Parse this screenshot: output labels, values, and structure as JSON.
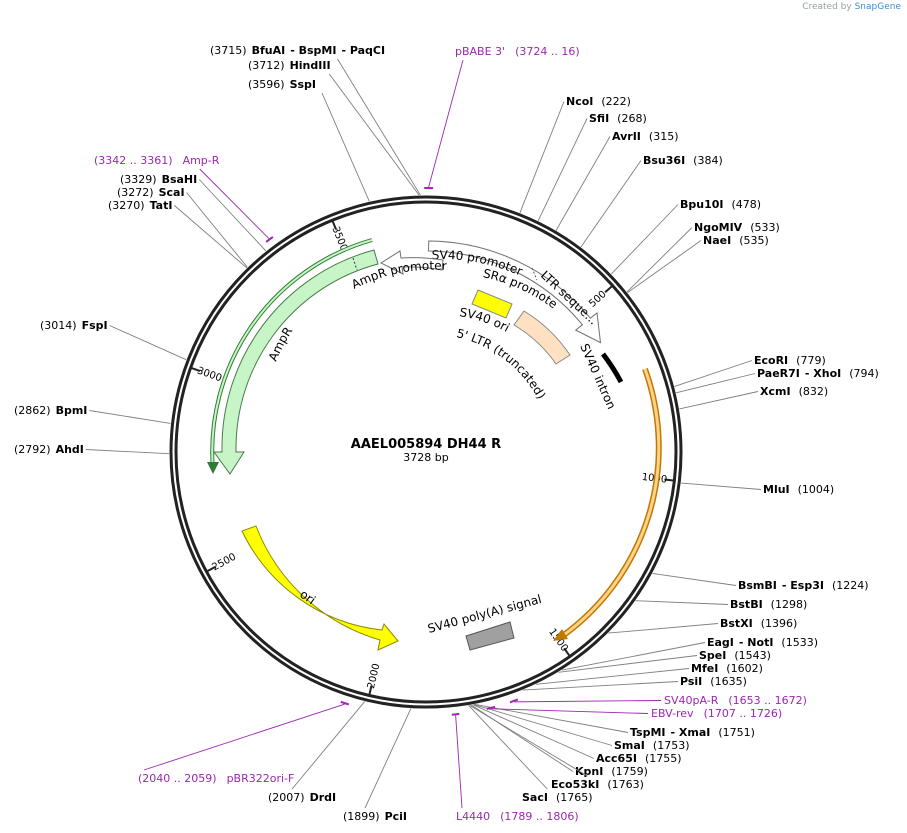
{
  "credit": {
    "prefix": "Created by",
    "brand": "SnapGene"
  },
  "plasmid": {
    "name": "AAEL005894 DH44 R",
    "size_label": "3728 bp",
    "length": 3728
  },
  "colors": {
    "primer": "#9c27b0",
    "ampr": "#c8f5c8",
    "ori": "#ffff00",
    "promoter": "#ffffff",
    "intron": "#000000",
    "ltr": "#ffe0c0",
    "cds_orange": "#ffd38a",
    "polya": "#a0a0a0",
    "lead_line": "#7f7f7f"
  },
  "ticks": [
    {
      "pos": 500,
      "label": "500"
    },
    {
      "pos": 1000,
      "label": "1000"
    },
    {
      "pos": 1500,
      "label": "1500"
    },
    {
      "pos": 2000,
      "label": "2000"
    },
    {
      "pos": 2500,
      "label": "2500"
    },
    {
      "pos": 3000,
      "label": "3000"
    },
    {
      "pos": 3500,
      "label": "3500"
    }
  ],
  "sites": [
    {
      "id": "bfuai",
      "pos": 3715,
      "parts": [
        "(3715)",
        "BfuAI",
        "- BspMI",
        "- PaqCI"
      ]
    },
    {
      "id": "hindiii",
      "pos": 3712,
      "parts": [
        "(3712)",
        "HindIII"
      ]
    },
    {
      "id": "sspi",
      "pos": 3596,
      "parts": [
        "(3596)",
        "SspI"
      ]
    },
    {
      "id": "ncoi",
      "pos": 222,
      "parts": [
        "NcoI",
        "(222)"
      ]
    },
    {
      "id": "sfii",
      "pos": 268,
      "parts": [
        "SfiI",
        "(268)"
      ]
    },
    {
      "id": "avrii",
      "pos": 315,
      "parts": [
        "AvrII",
        "(315)"
      ]
    },
    {
      "id": "bsu36i",
      "pos": 384,
      "parts": [
        "Bsu36I",
        "(384)"
      ]
    },
    {
      "id": "bpu10i",
      "pos": 478,
      "parts": [
        "Bpu10I",
        "(478)"
      ]
    },
    {
      "id": "ngomiv",
      "pos": 533,
      "parts": [
        "NgoMIV",
        "(533)"
      ]
    },
    {
      "id": "naei",
      "pos": 535,
      "parts": [
        "NaeI",
        "(535)"
      ]
    },
    {
      "id": "ecori",
      "pos": 779,
      "parts": [
        "EcoRI",
        "(779)"
      ]
    },
    {
      "id": "paer7i",
      "pos": 794,
      "parts": [
        "PaeR7I",
        "- XhoI",
        "(794)"
      ]
    },
    {
      "id": "xcmi",
      "pos": 832,
      "parts": [
        "XcmI",
        "(832)"
      ]
    },
    {
      "id": "mlui",
      "pos": 1004,
      "parts": [
        "MluI",
        "(1004)"
      ]
    },
    {
      "id": "bsmbi",
      "pos": 1224,
      "parts": [
        "BsmBI",
        "- Esp3I",
        "(1224)"
      ]
    },
    {
      "id": "bstbi",
      "pos": 1298,
      "parts": [
        "BstBI",
        "(1298)"
      ]
    },
    {
      "id": "bstxi",
      "pos": 1396,
      "parts": [
        "BstXI",
        "(1396)"
      ]
    },
    {
      "id": "eagi",
      "pos": 1533,
      "parts": [
        "EagI",
        "- NotI",
        "(1533)"
      ]
    },
    {
      "id": "spei",
      "pos": 1543,
      "parts": [
        "SpeI",
        "(1543)"
      ]
    },
    {
      "id": "mfei",
      "pos": 1602,
      "parts": [
        "MfeI",
        "(1602)"
      ]
    },
    {
      "id": "psii",
      "pos": 1635,
      "parts": [
        "PsiI",
        "(1635)"
      ]
    },
    {
      "id": "tspmi",
      "pos": 1751,
      "parts": [
        "TspMI",
        "- XmaI",
        "(1751)"
      ]
    },
    {
      "id": "smai",
      "pos": 1753,
      "parts": [
        "SmaI",
        "(1753)"
      ]
    },
    {
      "id": "acc65i",
      "pos": 1755,
      "parts": [
        "Acc65I",
        "(1755)"
      ]
    },
    {
      "id": "kpni",
      "pos": 1759,
      "parts": [
        "KpnI",
        "(1759)"
      ]
    },
    {
      "id": "eco53ki",
      "pos": 1763,
      "parts": [
        "Eco53kI",
        "(1763)"
      ]
    },
    {
      "id": "saci",
      "pos": 1765,
      "parts": [
        "SacI",
        "(1765)"
      ]
    },
    {
      "id": "pcii",
      "pos": 1899,
      "parts": [
        "(1899)",
        "PciI"
      ]
    },
    {
      "id": "drdi",
      "pos": 2007,
      "parts": [
        "(2007)",
        "DrdI"
      ]
    },
    {
      "id": "ahdi",
      "pos": 2792,
      "parts": [
        "(2792)",
        "AhdI"
      ]
    },
    {
      "id": "bpmi",
      "pos": 2862,
      "parts": [
        "(2862)",
        "BpmI"
      ]
    },
    {
      "id": "fspi",
      "pos": 3014,
      "parts": [
        "(3014)",
        "FspI"
      ]
    },
    {
      "id": "tati",
      "pos": 3270,
      "parts": [
        "(3270)",
        "TatI"
      ]
    },
    {
      "id": "scai",
      "pos": 3272,
      "parts": [
        "(3272)",
        "ScaI"
      ]
    },
    {
      "id": "bsahi",
      "pos": 3329,
      "parts": [
        "(3329)",
        "BsaHI"
      ]
    }
  ],
  "primers": [
    {
      "id": "pbabe3",
      "start": 3724,
      "end": 16,
      "name": "pBABE 3'",
      "range": "(3724 .. 16)"
    },
    {
      "id": "ampr-primer",
      "start": 3342,
      "end": 3361,
      "name": "Amp-R",
      "range": "(3342 .. 3361)"
    },
    {
      "id": "sv40pa-r",
      "start": 1653,
      "end": 1672,
      "name": "SV40pA-R",
      "range": "(1653 .. 1672)"
    },
    {
      "id": "ebv-rev",
      "start": 1707,
      "end": 1726,
      "name": "EBV-rev",
      "range": "(1707 .. 1726)"
    },
    {
      "id": "l4440",
      "start": 1789,
      "end": 1806,
      "name": "L4440",
      "range": "(1789 .. 1806)"
    },
    {
      "id": "pbr322ori-f",
      "start": 2040,
      "end": 2059,
      "name": "pBR322ori-F",
      "range": "(2040 .. 2059)"
    }
  ],
  "features": {
    "ampr_promoter": "AmpR promoter",
    "ampr": "AmpR",
    "ori": "ori",
    "sv40_promoter": "SV40 promoter",
    "ltr_seq": "LTR seque...",
    "sra_promoter": "SRα promoter",
    "sv40_ori": "SV40 ori",
    "ltr5": "5' LTR (truncated)",
    "sv40_intron": "SV40 intron",
    "sv40_polya": "SV40 poly(A) signal"
  }
}
